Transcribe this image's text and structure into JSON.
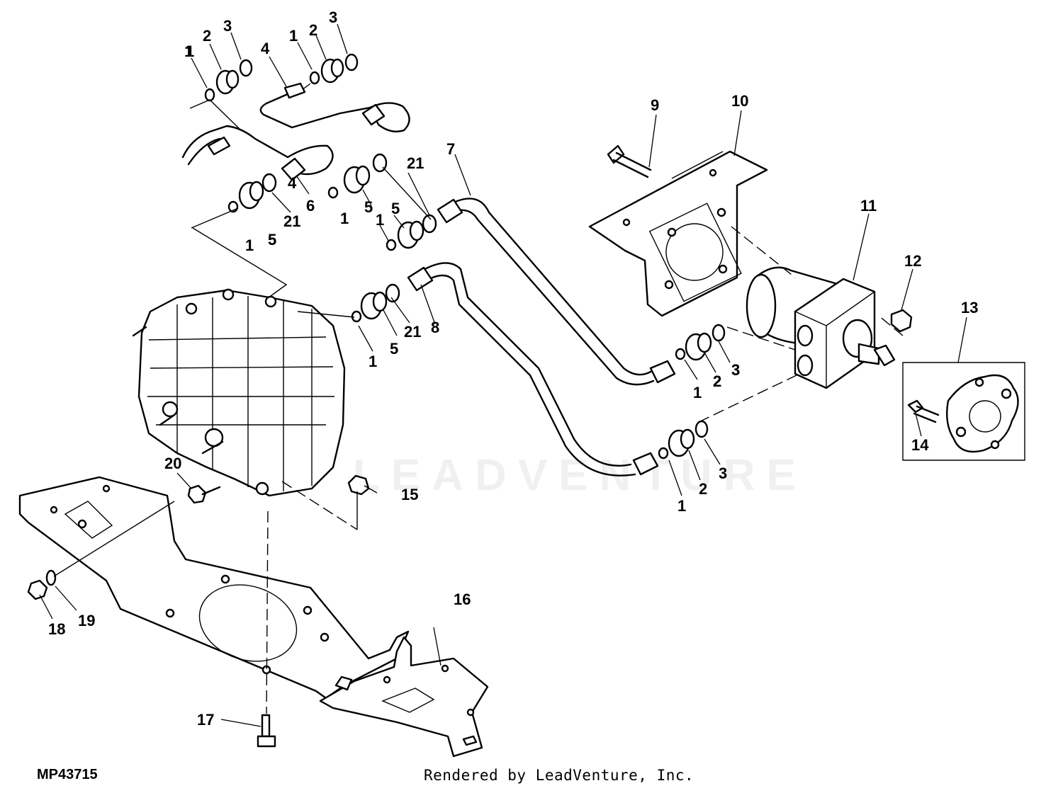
{
  "figure_id": "MP43715",
  "render_credit": "Rendered by LeadVenture, Inc.",
  "watermark": "LEADVENTURE",
  "callouts": [
    "1",
    "2",
    "3",
    "1",
    "2",
    "3",
    "4",
    "1",
    "2",
    "3",
    "4",
    "5",
    "6",
    "7",
    "8",
    "9",
    "10",
    "11",
    "12",
    "13",
    "14",
    "15",
    "16",
    "17",
    "18",
    "19",
    "20",
    "21",
    "21",
    "21",
    "1",
    "1",
    "1",
    "1",
    "1",
    "1",
    "1",
    "2",
    "2",
    "3",
    "3",
    "5",
    "5",
    "5",
    "5"
  ],
  "colors": {
    "line": "#000000",
    "background": "#ffffff"
  }
}
